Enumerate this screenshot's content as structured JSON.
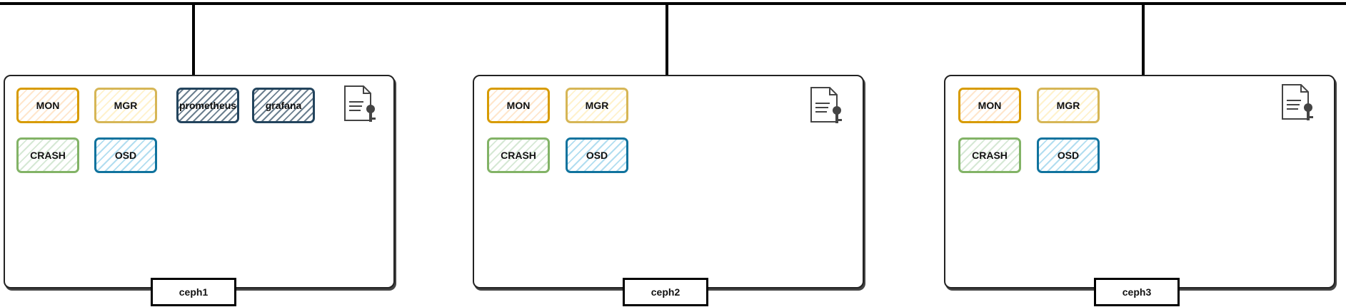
{
  "hosts": [
    {
      "name": "ceph1",
      "services": [
        "MON",
        "MGR",
        "prometheus",
        "grafana",
        "CRASH",
        "OSD"
      ]
    },
    {
      "name": "ceph2",
      "services": [
        "MON",
        "MGR",
        "CRASH",
        "OSD"
      ]
    },
    {
      "name": "ceph3",
      "services": [
        "MON",
        "MGR",
        "CRASH",
        "OSD"
      ]
    }
  ],
  "icons": {
    "keyfile": "document-key-icon"
  },
  "colors": {
    "mon": "#d79b00",
    "mgr": "#d6b656",
    "crash": "#82b366",
    "osd": "#10739e",
    "monitoring": "#23445d",
    "line": "#000000"
  }
}
